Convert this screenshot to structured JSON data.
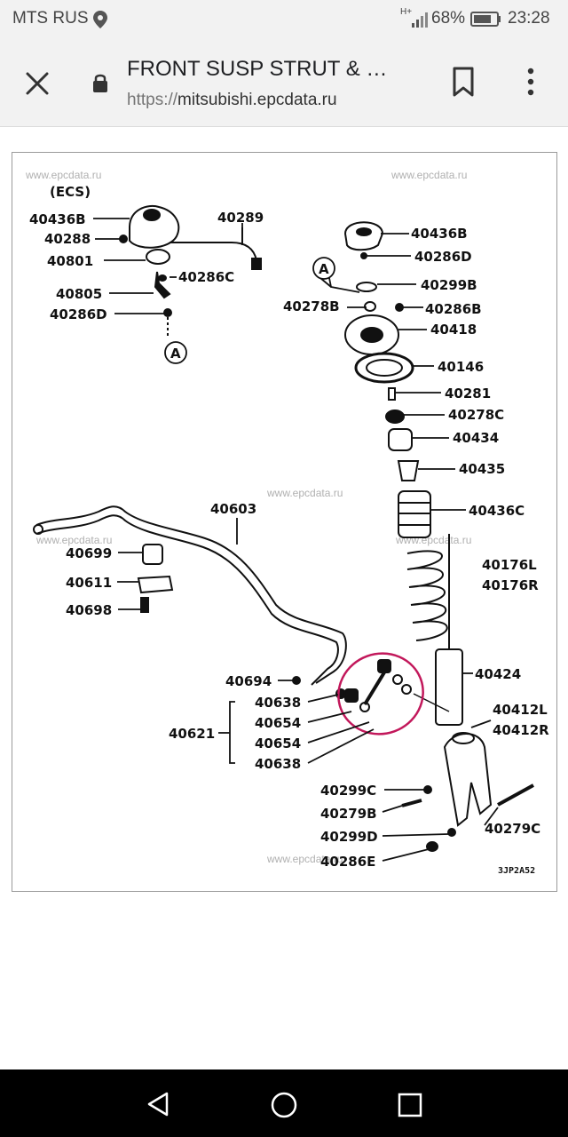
{
  "status_bar": {
    "carrier": "MTS RUS",
    "network": "H+",
    "battery": "68%",
    "time": "23:28"
  },
  "toolbar": {
    "title": "FRONT SUSP STRUT & …",
    "url_scheme": "https://",
    "url_host": "mitsubishi.epcdata.ru"
  },
  "diagram": {
    "watermark": "www.epcdata.ru",
    "ecs_label": "(ECS)",
    "ref_code": "3JP2A52",
    "callout_letter": "A",
    "parts": [
      "40436B",
      "40288",
      "40801",
      "40289",
      "40286C",
      "40805",
      "40286D",
      "40436B",
      "40286D",
      "40299B",
      "40278B",
      "40286B",
      "40418",
      "40146",
      "40281",
      "40278C",
      "40434",
      "40435",
      "40603",
      "40436C",
      "40699",
      "40611",
      "40698",
      "40176L",
      "40176R",
      "40424",
      "40694",
      "40638",
      "40654",
      "40621",
      "40654",
      "40638",
      "40412L",
      "40412R",
      "40299C",
      "40279B",
      "40299D",
      "40279C",
      "40286E"
    ]
  },
  "nav": {
    "back": "back",
    "home": "home",
    "recents": "recents"
  }
}
